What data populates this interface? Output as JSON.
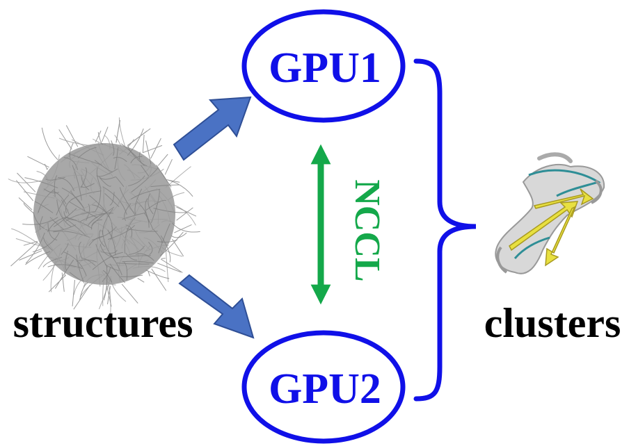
{
  "nodes": {
    "gpu1": {
      "label": "GPU1"
    },
    "gpu2": {
      "label": "GPU2"
    }
  },
  "connector": {
    "label": "NCCL"
  },
  "input": {
    "label": "structures"
  },
  "output": {
    "label": "clusters"
  },
  "colors": {
    "node_stroke": "#1010e8",
    "node_text": "#1010e8",
    "connector": "#14a84a",
    "flow_arrow": "#4a72c4",
    "flow_arrow_stroke": "#2f4f96",
    "brace": "#1010e8",
    "structures_cloud": "#9a9a9a",
    "cluster_sheet": "#e8e040",
    "cluster_backbone": "#2e8e96",
    "cluster_shadow": "#b8b8b8",
    "label_text": "#000000"
  }
}
